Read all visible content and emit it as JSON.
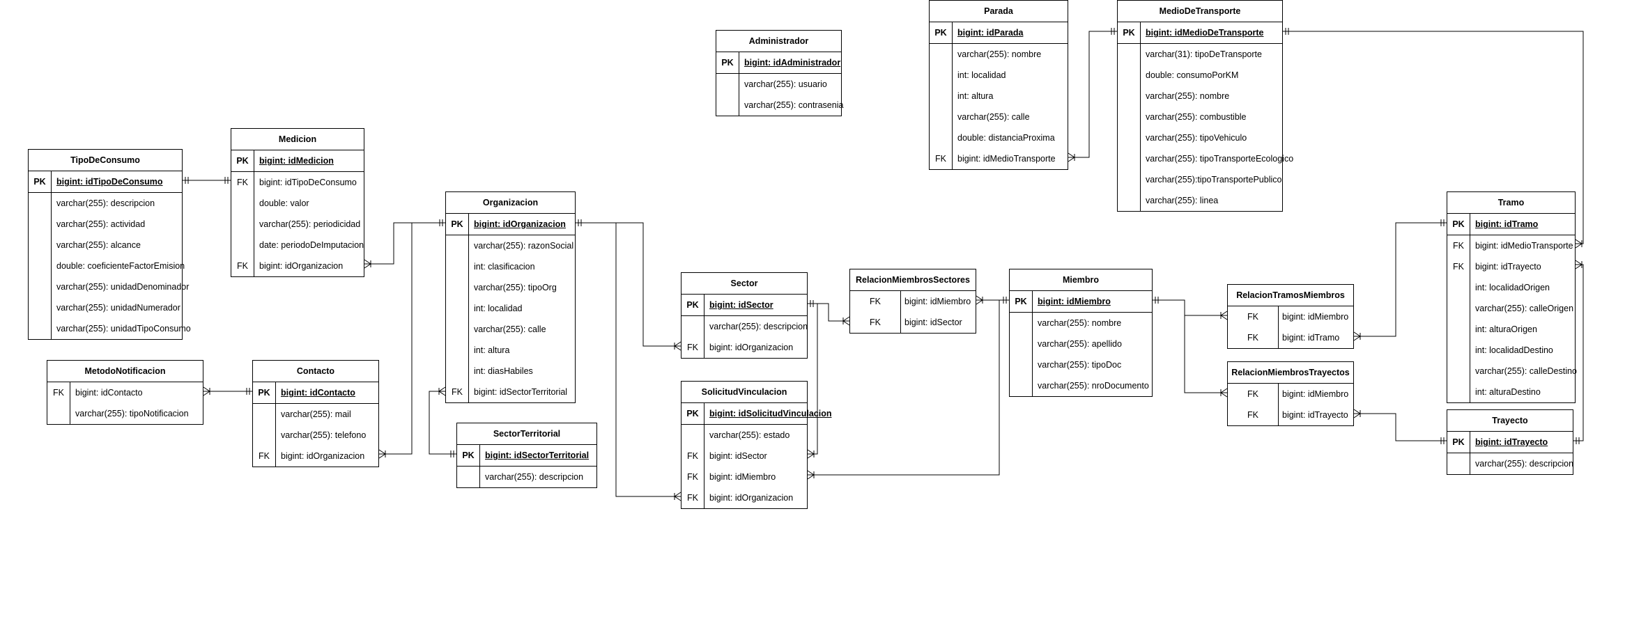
{
  "diagram": {
    "entities": [
      {
        "id": "tipo_consumo",
        "title": "TipoDeConsumo",
        "rows": [
          {
            "key": "PK",
            "text": "bigint: idTipoDeConsumo",
            "pk": true
          },
          {
            "key": "",
            "text": "varchar(255): descripcion"
          },
          {
            "key": "",
            "text": "varchar(255): actividad"
          },
          {
            "key": "",
            "text": "varchar(255): alcance"
          },
          {
            "key": "",
            "text": "double: coeficienteFactorEmision"
          },
          {
            "key": "",
            "text": "varchar(255): unidadDenominador"
          },
          {
            "key": "",
            "text": "varchar(255): unidadNumerador"
          },
          {
            "key": "",
            "text": "varchar(255): unidadTipoConsumo"
          }
        ]
      },
      {
        "id": "medicion",
        "title": "Medicion",
        "rows": [
          {
            "key": "PK",
            "text": "bigint: idMedicion",
            "pk": true
          },
          {
            "key": "FK",
            "text": "bigint: idTipoDeConsumo"
          },
          {
            "key": "",
            "text": "double: valor"
          },
          {
            "key": "",
            "text": "varchar(255): periodicidad"
          },
          {
            "key": "",
            "text": "date: periodoDeImputacion"
          },
          {
            "key": "FK",
            "text": "bigint: idOrganizacion"
          }
        ]
      },
      {
        "id": "administrador",
        "title": "Administrador",
        "rows": [
          {
            "key": "PK",
            "text": "bigint: idAdministrador",
            "pk": true
          },
          {
            "key": "",
            "text": "varchar(255): usuario"
          },
          {
            "key": "",
            "text": "varchar(255): contrasenia"
          }
        ]
      },
      {
        "id": "parada",
        "title": "Parada",
        "rows": [
          {
            "key": "PK",
            "text": "bigint: idParada",
            "pk": true
          },
          {
            "key": "",
            "text": "varchar(255): nombre"
          },
          {
            "key": "",
            "text": "int: localidad"
          },
          {
            "key": "",
            "text": "int: altura"
          },
          {
            "key": "",
            "text": "varchar(255): calle"
          },
          {
            "key": "",
            "text": "double: distanciaProxima"
          },
          {
            "key": "FK",
            "text": "bigint: idMedioTransporte"
          }
        ]
      },
      {
        "id": "medio",
        "title": "MedioDeTransporte",
        "rows": [
          {
            "key": "PK",
            "text": "bigint: idMedioDeTransporte",
            "pk": true
          },
          {
            "key": "",
            "text": "varchar(31): tipoDeTransporte"
          },
          {
            "key": "",
            "text": "double: consumoPorKM"
          },
          {
            "key": "",
            "text": "varchar(255): nombre"
          },
          {
            "key": "",
            "text": "varchar(255): combustible"
          },
          {
            "key": "",
            "text": "varchar(255): tipoVehiculo"
          },
          {
            "key": "",
            "text": "varchar(255): tipoTransporteEcologico"
          },
          {
            "key": "",
            "text": "varchar(255):tipoTransportePublico"
          },
          {
            "key": "",
            "text": "varchar(255): linea"
          }
        ]
      },
      {
        "id": "organizacion",
        "title": "Organizacion",
        "rows": [
          {
            "key": "PK",
            "text": "bigint: idOrganizacion",
            "pk": true
          },
          {
            "key": "",
            "text": "varchar(255): razonSocial"
          },
          {
            "key": "",
            "text": "int: clasificacion"
          },
          {
            "key": "",
            "text": "varchar(255): tipoOrg"
          },
          {
            "key": "",
            "text": "int: localidad"
          },
          {
            "key": "",
            "text": "varchar(255): calle"
          },
          {
            "key": "",
            "text": "int: altura"
          },
          {
            "key": "",
            "text": "int: diasHabiles"
          },
          {
            "key": "FK",
            "text": "bigint: idSectorTerritorial"
          }
        ]
      },
      {
        "id": "metodo",
        "title": "MetodoNotificacion",
        "rows": [
          {
            "key": "FK",
            "text": "bigint: idContacto"
          },
          {
            "key": "",
            "text": "varchar(255): tipoNotificacion"
          }
        ]
      },
      {
        "id": "contacto",
        "title": "Contacto",
        "rows": [
          {
            "key": "PK",
            "text": "bigint: idContacto",
            "pk": true
          },
          {
            "key": "",
            "text": "varchar(255): mail"
          },
          {
            "key": "",
            "text": "varchar(255): telefono"
          },
          {
            "key": "FK",
            "text": "bigint: idOrganizacion"
          }
        ]
      },
      {
        "id": "sector_territorial",
        "title": "SectorTerritorial",
        "rows": [
          {
            "key": "PK",
            "text": "bigint: idSectorTerritorial",
            "pk": true
          },
          {
            "key": "",
            "text": "varchar(255): descripcion"
          }
        ]
      },
      {
        "id": "sector",
        "title": "Sector",
        "rows": [
          {
            "key": "PK",
            "text": "bigint: idSector",
            "pk": true
          },
          {
            "key": "",
            "text": "varchar(255): descripcion"
          },
          {
            "key": "FK",
            "text": "bigint: idOrganizacion"
          }
        ]
      },
      {
        "id": "solicitud",
        "title": "SolicitudVinculacion",
        "rows": [
          {
            "key": "PK",
            "text": "bigint: idSolicitudVinculacion",
            "pk": true
          },
          {
            "key": "",
            "text": "varchar(255): estado"
          },
          {
            "key": "FK",
            "text": "bigint: idSector"
          },
          {
            "key": "FK",
            "text": "bigint: idMiembro"
          },
          {
            "key": "FK",
            "text": "bigint: idOrganizacion"
          }
        ]
      },
      {
        "id": "rel_miembros_sectores",
        "title": "RelacionMiembrosSectores",
        "rows": [
          {
            "key": "FK",
            "text": "bigint: idMiembro"
          },
          {
            "key": "FK",
            "text": "bigint: idSector"
          }
        ]
      },
      {
        "id": "miembro",
        "title": "Miembro",
        "rows": [
          {
            "key": "PK",
            "text": "bigint: idMiembro",
            "pk": true
          },
          {
            "key": "",
            "text": "varchar(255): nombre"
          },
          {
            "key": "",
            "text": "varchar(255): apellido"
          },
          {
            "key": "",
            "text": "varchar(255): tipoDoc"
          },
          {
            "key": "",
            "text": "varchar(255): nroDocumento"
          }
        ]
      },
      {
        "id": "rel_tramos_miembros",
        "title": "RelacionTramosMiembros",
        "rows": [
          {
            "key": "FK",
            "text": "bigint: idMiembro"
          },
          {
            "key": "FK",
            "text": "bigint: idTramo"
          }
        ]
      },
      {
        "id": "rel_miembros_trayectos",
        "title": "RelacionMiembrosTrayectos",
        "rows": [
          {
            "key": "FK",
            "text": "bigint: idMiembro"
          },
          {
            "key": "FK",
            "text": "bigint: idTrayecto"
          }
        ]
      },
      {
        "id": "tramo",
        "title": "Tramo",
        "rows": [
          {
            "key": "PK",
            "text": "bigint: idTramo",
            "pk": true
          },
          {
            "key": "FK",
            "text": "bigint: idMedioTransporte"
          },
          {
            "key": "FK",
            "text": "bigint: idTrayecto"
          },
          {
            "key": "",
            "text": "int: localidadOrigen"
          },
          {
            "key": "",
            "text": "varchar(255): calleOrigen"
          },
          {
            "key": "",
            "text": "int: alturaOrigen"
          },
          {
            "key": "",
            "text": "int: localidadDestino"
          },
          {
            "key": "",
            "text": "varchar(255): calleDestino"
          },
          {
            "key": "",
            "text": "int: alturaDestino"
          }
        ]
      },
      {
        "id": "trayecto",
        "title": "Trayecto",
        "rows": [
          {
            "key": "PK",
            "text": "bigint: idTrayecto",
            "pk": true
          },
          {
            "key": "",
            "text": "varchar(255): descripcion"
          }
        ]
      }
    ]
  }
}
